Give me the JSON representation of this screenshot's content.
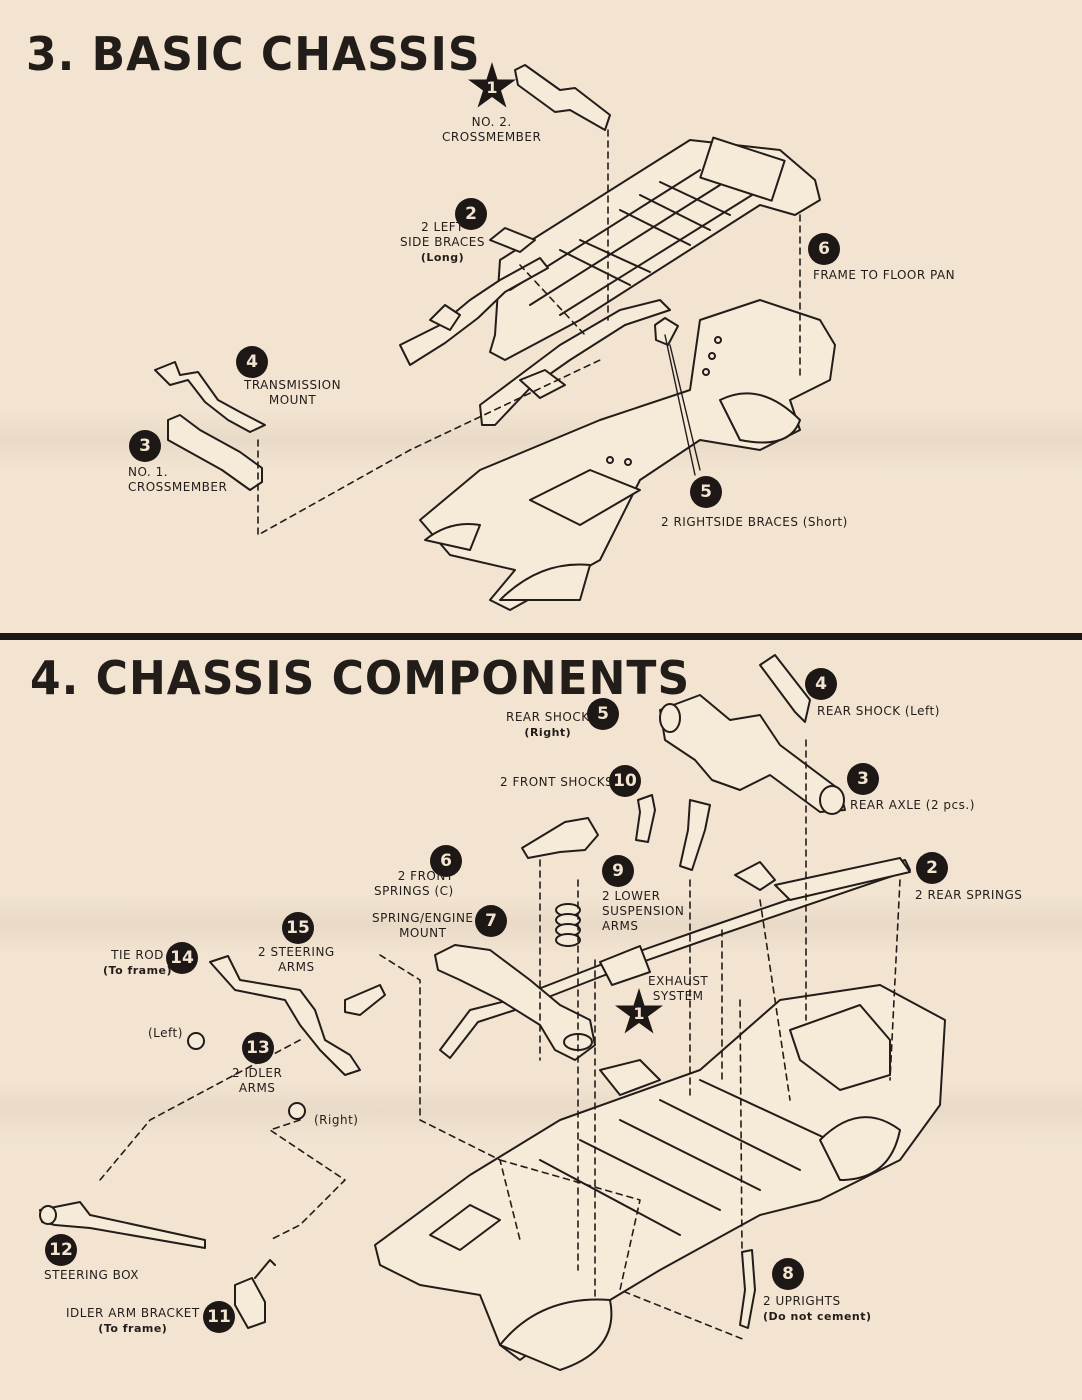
{
  "section3": {
    "title": "3. BASIC CHASSIS",
    "callouts": [
      {
        "num": "1",
        "lines": [
          "NO. 2.",
          "CROSSMEMBER"
        ]
      },
      {
        "num": "2",
        "lines": [
          "2 LEFT",
          "SIDE BRACES",
          "(Long)"
        ]
      },
      {
        "num": "3",
        "lines": [
          "NO. 1.",
          "CROSSMEMBER"
        ]
      },
      {
        "num": "4",
        "lines": [
          "TRANSMISSION",
          "MOUNT"
        ]
      },
      {
        "num": "5",
        "lines": [
          "2 RIGHTSIDE BRACES (Short)"
        ]
      },
      {
        "num": "6",
        "lines": [
          "FRAME TO FLOOR PAN"
        ]
      }
    ]
  },
  "section4": {
    "title": "4. CHASSIS COMPONENTS",
    "callouts": [
      {
        "num": "1",
        "lines": [
          "EXHAUST",
          "SYSTEM"
        ]
      },
      {
        "num": "2",
        "lines": [
          "2 REAR SPRINGS"
        ]
      },
      {
        "num": "3",
        "lines": [
          "REAR AXLE (2 pcs.)"
        ]
      },
      {
        "num": "4",
        "lines": [
          "REAR SHOCK (Left)"
        ]
      },
      {
        "num": "5",
        "lines": [
          "REAR SHOCK",
          "(Right)"
        ]
      },
      {
        "num": "6",
        "lines": [
          "2 FRONT",
          "SPRINGS (C)"
        ]
      },
      {
        "num": "7",
        "lines": [
          "SPRING/ENGINE",
          "MOUNT"
        ]
      },
      {
        "num": "8",
        "lines": [
          "2 UPRIGHTS",
          "(Do not cement)"
        ]
      },
      {
        "num": "9",
        "lines": [
          "2 LOWER",
          "SUSPENSION",
          "ARMS"
        ]
      },
      {
        "num": "10",
        "lines": [
          "2 FRONT SHOCKS"
        ]
      },
      {
        "num": "11",
        "lines": [
          "IDLER ARM BRACKET",
          "(To frame)"
        ]
      },
      {
        "num": "12",
        "lines": [
          "STEERING BOX"
        ]
      },
      {
        "num": "13",
        "lines": [
          "2 IDLER",
          "ARMS"
        ]
      },
      {
        "num": "14",
        "lines": [
          "TIE ROD",
          "(To frame)"
        ]
      },
      {
        "num": "15",
        "lines": [
          "2 STEERING",
          "ARMS"
        ]
      }
    ],
    "side_labels": {
      "left": "(Left)",
      "right": "(Right)"
    }
  }
}
